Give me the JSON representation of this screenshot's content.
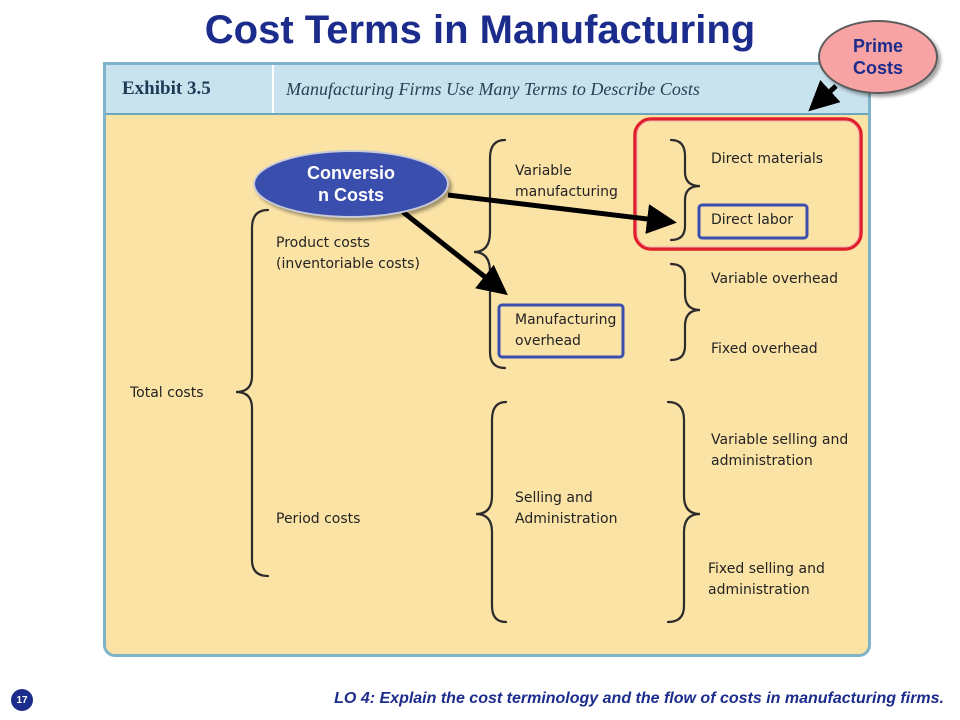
{
  "slide": {
    "title": "Cost Terms in Manufacturing",
    "slide_number": "17",
    "learning_objective": "LO 4:  Explain the cost terminology and the flow of costs in manufacturing firms."
  },
  "exhibit": {
    "number": "Exhibit 3.5",
    "caption": "Manufacturing Firms Use Many Terms to Describe Costs",
    "labels": {
      "total_costs": "Total costs",
      "product_costs": "Product costs\n(inventoriable costs)",
      "period_costs": "Period costs",
      "variable_manufacturing": "Variable\nmanufacturing",
      "manufacturing_overhead": "Manufacturing\noverhead",
      "selling_and_administration": "Selling and\nAdministration",
      "direct_materials": "Direct materials",
      "direct_labor": "Direct labor",
      "variable_overhead": "Variable overhead",
      "fixed_overhead": "Fixed overhead",
      "variable_selling": "Variable selling and\nadministration",
      "fixed_selling": "Fixed selling and\nadministration"
    }
  },
  "callouts": {
    "prime_costs": "Prime\nCosts",
    "conversion_costs": "Conversio\nn Costs"
  },
  "colors": {
    "title": "#1c2c8c",
    "exhibit_bg": "#fbe3a6",
    "header_bg": "#c9e3ee",
    "prime_highlight": "#e0202a",
    "conversion_highlight": "#3a4fad",
    "prime_bubble": "#f7a3a3"
  }
}
